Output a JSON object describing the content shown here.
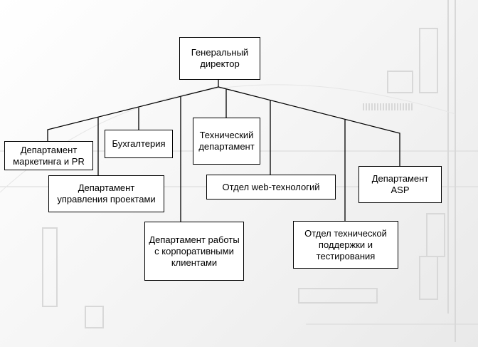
{
  "root": "Генеральный директор",
  "departments": [
    "Департамент маркетинга и PR",
    "Бухгалтерия",
    "Технический департамент",
    "Департамент управления проектами",
    "Отдел web-технологий",
    "Департамент ASP",
    "Департамент работы с корпоративными клиентами",
    "Отдел технической поддержки и тестирования"
  ]
}
